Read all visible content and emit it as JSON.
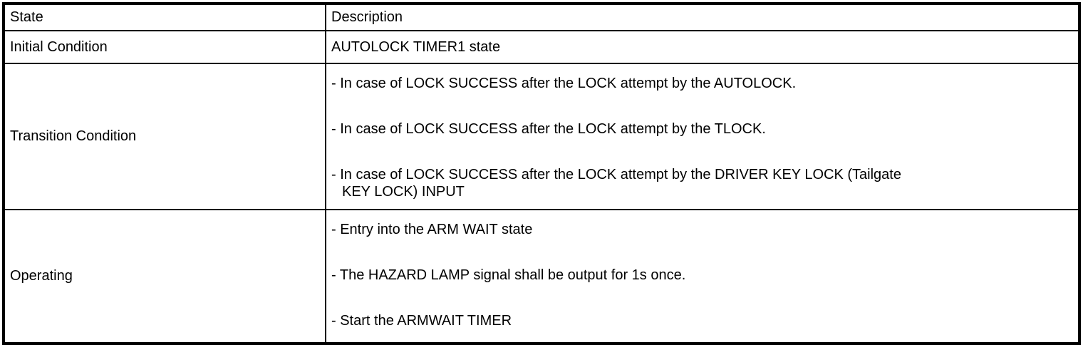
{
  "table": {
    "columns": [
      "State",
      "Description"
    ],
    "rows": [
      {
        "state": "Initial Condition",
        "description": [
          "AUTOLOCK TIMER1 state"
        ]
      },
      {
        "state": "Transition Condition",
        "description": [
          "- In case of LOCK SUCCESS after the LOCK attempt by the AUTOLOCK.",
          "- In case of LOCK SUCCESS after the LOCK attempt by the TLOCK.",
          "- In case of LOCK SUCCESS after the LOCK attempt by the DRIVER KEY LOCK (Tailgate\nKEY LOCK) INPUT"
        ]
      },
      {
        "state": "Operating",
        "description": [
          "- Entry into the ARM WAIT state",
          "- The HAZARD LAMP signal shall be output for 1s once.",
          "- Start the ARMWAIT TIMER"
        ]
      }
    ]
  },
  "colors": {
    "border": "#000000",
    "background": "#ffffff",
    "text": "#000000"
  }
}
